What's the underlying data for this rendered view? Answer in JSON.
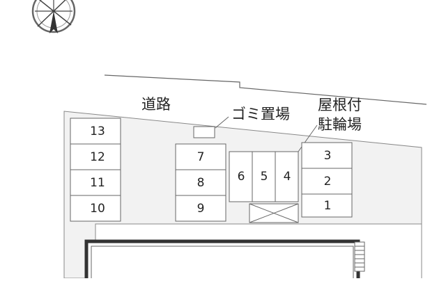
{
  "labels": {
    "road": "道路",
    "garbage": "ゴミ置場",
    "bike_parking_line1": "屋根付",
    "bike_parking_line2": "駐輪場"
  },
  "parking": {
    "left_column": [
      "13",
      "12",
      "11",
      "10"
    ],
    "middle_column": [
      "7",
      "8",
      "9"
    ],
    "bike_slots": [
      "6",
      "5",
      "4"
    ],
    "right_column": [
      "3",
      "2",
      "1"
    ]
  },
  "compass": {
    "icon": "compass-icon"
  },
  "colors": {
    "lot": "#f2f2f2",
    "stroke": "#555555",
    "building": "#333333"
  }
}
